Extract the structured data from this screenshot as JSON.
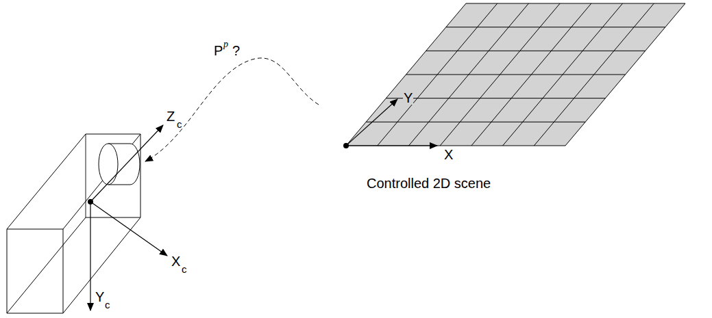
{
  "diagram": {
    "labels": [
      "P",
      "p",
      "?",
      "Z",
      "c",
      "X",
      "c",
      "Y",
      "c",
      "Y",
      "X",
      "Controlled 2D scene"
    ]
  }
}
